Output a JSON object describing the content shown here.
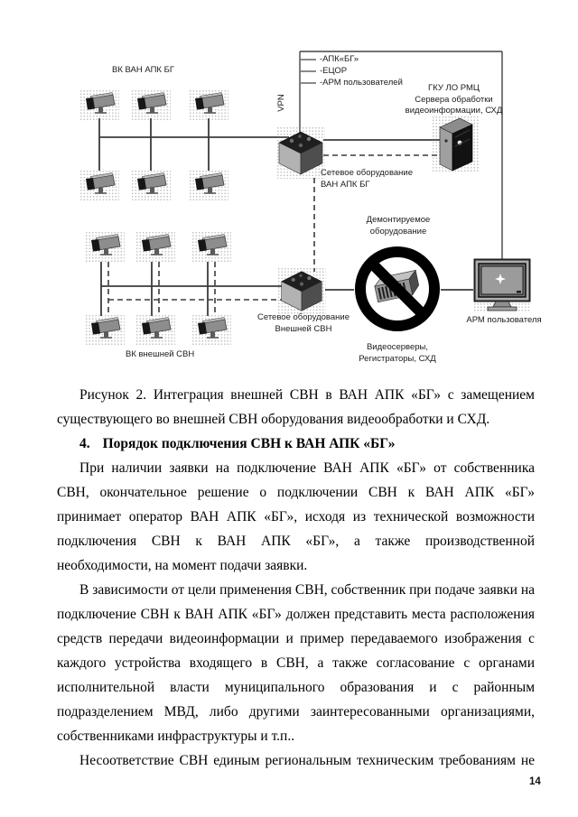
{
  "diagram": {
    "camera_group_top_label": "ВК ВАН АПК БГ",
    "camera_group_bottom_label": "ВК внешней СВН",
    "legend": [
      "-АПК«БГ»",
      "-ЕЦОР",
      "-АРМ пользователей"
    ],
    "vpn_label": "VPN",
    "server_label": [
      "ГКУ ЛО РМЦ",
      "Сервера обработки",
      "видеоинформации, СХД"
    ],
    "network_van_label": [
      "Сетевое оборудование",
      "ВАН АПК БГ"
    ],
    "dismantled_label": [
      "Демонтируемое",
      "оборудование"
    ],
    "network_ext_label": [
      "Сетевое оборудование",
      "Внешней СВН"
    ],
    "arm_user_label": "АРМ пользователя",
    "videoservers_label": [
      "Видеосерверы,",
      "Регистраторы, СХД"
    ]
  },
  "caption": "Рисунок 2. Интеграция внешней СВН в ВАН АПК «БГ» с замещением существующего во внешней СВН оборудования видеообработки и СХД.",
  "section": {
    "number": "4.",
    "title": "Порядок подключения СВН к ВАН АПК «БГ»"
  },
  "paragraphs": [
    "При наличии заявки на подключение ВАН АПК «БГ» от собственника СВН, окончательное решение о подключении СВН к ВАН АПК «БГ» принимает оператор ВАН АПК «БГ», исходя из технической возможности подключения СВН к ВАН АПК «БГ», а также производственной необходимости, на момент подачи заявки.",
    "В зависимости от цели применения СВН, собственник при подаче заявки на подключение СВН к ВАН АПК «БГ» должен представить места расположения средств передачи видеоинформации и пример передаваемого изображения с каждого устройства входящего в СВН, а также согласование с органами исполнительной власти муниципального образования и с районным подразделением МВД, либо другими заинтересованными организациями, собственниками инфраструктуры и т.п..",
    "Несоответствие СВН единым региональным техническим требованиям не"
  ],
  "page_number": "14"
}
